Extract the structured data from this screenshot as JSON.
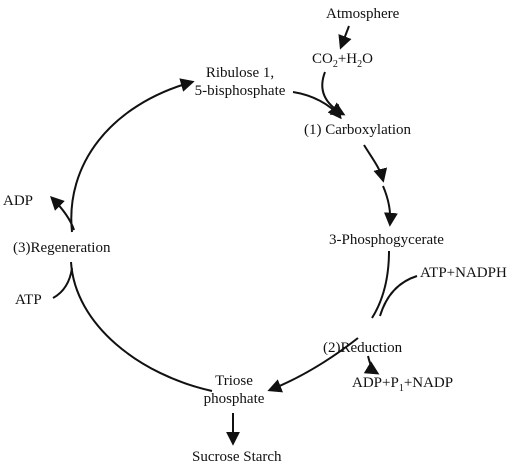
{
  "labels": {
    "atmosphere": "Atmosphere",
    "co2": {
      "pre": "CO",
      "sub1": "2",
      "mid": "+H",
      "sub2": "2",
      "post": "O"
    },
    "rubp_line1": "Ribulose 1,",
    "rubp_line2": "5-bisphosphate",
    "carboxylation": "(1) Carboxylation",
    "pga": "3-Phosphogycerate",
    "atp_nadph": "ATP+NADPH",
    "reduction": "(2)Reduction",
    "products": {
      "pre": "ADP+P",
      "sub": "1",
      "post": "+NADP"
    },
    "triose_line1": "Triose",
    "triose_line2": "phosphate",
    "sucrose": "Sucrose Starch",
    "adp": "ADP",
    "regeneration": "(3)Regeneration",
    "atp": "ATP"
  },
  "colors": {
    "stroke": "#111111",
    "background": "#ffffff"
  }
}
